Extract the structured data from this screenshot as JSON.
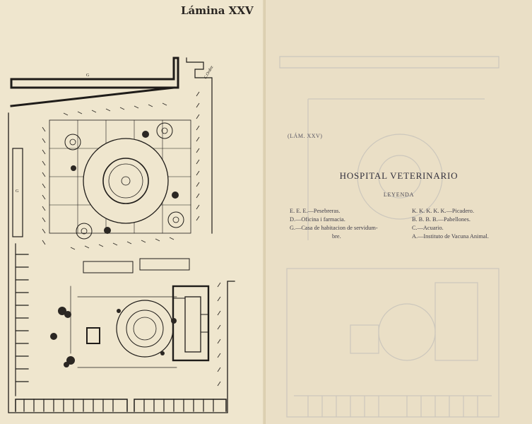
{
  "left_page": {
    "plate_title": "Lámina XXV",
    "plan_labels": {
      "g_top": "G",
      "g_left": "G",
      "signature": "C.Ordnz"
    }
  },
  "right_page": {
    "plate_ref": "(LÁM. XXV)",
    "title": "HOSPITAL VETERINARIO",
    "legend_heading": "LEYENDA",
    "legend_left": [
      "E. E. E.—Pesebreras.",
      "D.—Oficina i farmacia.",
      "G.—Casa de habitacion de servidum-",
      "bre."
    ],
    "legend_right": [
      "K. K. K. K. K.—Picadero.",
      "B. B. B. B.—Pabellones.",
      "C.—Acuario.",
      "A.—Instituto de Vacuna Animal."
    ]
  }
}
